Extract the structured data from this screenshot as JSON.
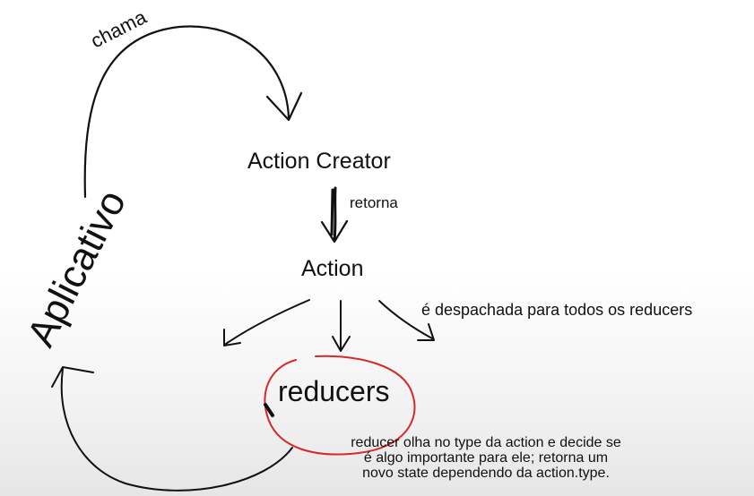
{
  "diagram": {
    "nodes": {
      "action_creator": "Action Creator",
      "action": "Action",
      "reducers": "reducers",
      "aplicativo": "Aplicativo"
    },
    "edges": {
      "chama": "chama",
      "retorna": "retorna",
      "despachada": "é despachada para todos os reducers"
    },
    "note_lines": [
      "reducer olha no type da action e decide se",
      "é algo importante para ele; retorna um",
      "novo state dependendo da action.type."
    ],
    "colors": {
      "ink": "#111111",
      "highlight_circle": "#d42a2a"
    }
  }
}
